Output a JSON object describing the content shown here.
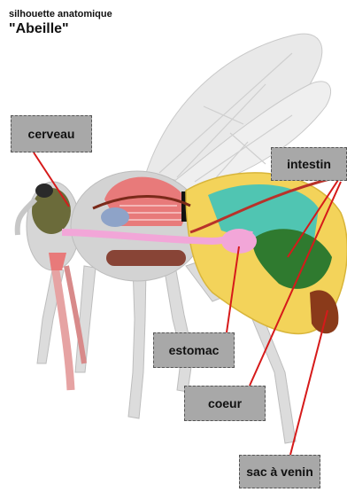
{
  "title": {
    "line1": "silhouette anatomique",
    "line2": "\"Abeille\""
  },
  "labels": {
    "cerveau": "cerveau",
    "intestin": "intestin",
    "estomac": "estomac",
    "coeur": "coeur",
    "sac_venin": "sac à venin"
  },
  "colors": {
    "label_bg": "#a8a8a8",
    "leader_line": "#d61a1a",
    "wing": "#e6e6e6",
    "body": "#d3d3d3",
    "brain": "#6b6b3a",
    "muscle": "#e87a7a",
    "gut": "#f2a6d8",
    "intestine": "#2f7a2f",
    "fat_body": "#f3d35a",
    "hemolymph": "#33c2c2"
  }
}
